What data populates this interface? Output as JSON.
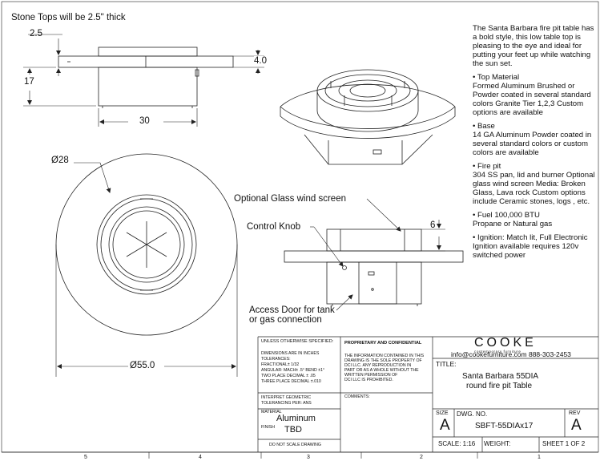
{
  "header": {
    "note": "Stone Tops will be 2.5\" thick"
  },
  "dimensions": {
    "top_thickness": "2.5",
    "height": "17",
    "width": "30",
    "ring_height": "4.0",
    "ring_diameter": "Ø28",
    "table_diameter": "Ø55.0",
    "screen_height": "6"
  },
  "callouts": {
    "glass_screen": "Optional Glass wind screen",
    "control_knob": "Control Knob",
    "access_door_1": "Access Door for tank",
    "access_door_2": "or gas connection"
  },
  "description": {
    "intro": "The Santa Barbara fire pit table has a bold style, this low table top is pleasing to the eye and ideal for putting your feet up while watching the sun set.",
    "top_title": "• Top Material",
    "top_body": "Formed Aluminum Brushed or Powder coated in several standard colors Granite Tier 1,2,3 Custom options are available",
    "base_title": "• Base",
    "base_body": "14 GA Aluminum Powder coated in several standard colors or custom colors are available",
    "firepit_title": "• Fire pit",
    "firepit_body": "304 SS pan, lid and burner Optional glass wind screen Media: Broken Glass, Lava rock Custom options include Ceramic stones, logs , etc.",
    "fuel": "• Fuel 100,000 BTU",
    "fuel_body": "Propane or Natural gas",
    "ignition": "•  Ignition: Match lit, Full Electronic Ignition available requires 120v switched power"
  },
  "title_block": {
    "unless": "UNLESS OTHERWISE SPECIFIED:",
    "dims_note_1": "DIMENSIONS ARE IN INCHES",
    "dims_note_2": "TOLERANCES:",
    "dims_note_3": "FRACTIONAL± 1/32",
    "dims_note_4": "ANGULAR: MACH± .5° BEND ±1°",
    "dims_note_5": "TWO PLACE DECIMAL    ± .05",
    "dims_note_6": "THREE PLACE DECIMAL  ±.010",
    "interpret_1": "INTERPRET GEOMETRIC",
    "interpret_2": "TOLERANCING PER: ANS",
    "material_label": "MATERIAL",
    "material": "Aluminum",
    "finish_label": "FINISH",
    "finish": "TBD",
    "do_not_scale": "DO NOT SCALE DRAWING",
    "proprietary": "PROPRIETARY AND CONFIDENTIAL",
    "prop_text_1": "THE INFORMATION CONTAINED IN THIS",
    "prop_text_2": "DRAWING IS THE SOLE PROPERTY OF",
    "prop_text_3": "DCI LLC.  ANY REPRODUCTION IN",
    "prop_text_4": "PART OR AS A WHOLE WITHOUT THE",
    "prop_text_5": "WRITTEN PERMISSION OF",
    "prop_text_6": "DCI LLC IS PROHIBITED.",
    "comments": "COMMENTS:",
    "brand": "COOKE",
    "brand_sub": "contemporary furniture",
    "contact": "info@cookefurniture.com 888-303-2453",
    "title_label": "TITLE:",
    "title_1": "Santa Barbara 55DIA",
    "title_2": "round fire pit Table",
    "size_label": "SIZE",
    "size": "A",
    "dwg_label": "DWG.  NO.",
    "dwg_no": "SBFT-55DIAx17",
    "rev_label": "REV",
    "rev": "A",
    "scale": "SCALE: 1:16",
    "weight": "WEIGHT:",
    "sheet": "SHEET 1 OF 2"
  },
  "zones": [
    "5",
    "4",
    "3",
    "2",
    "1"
  ]
}
